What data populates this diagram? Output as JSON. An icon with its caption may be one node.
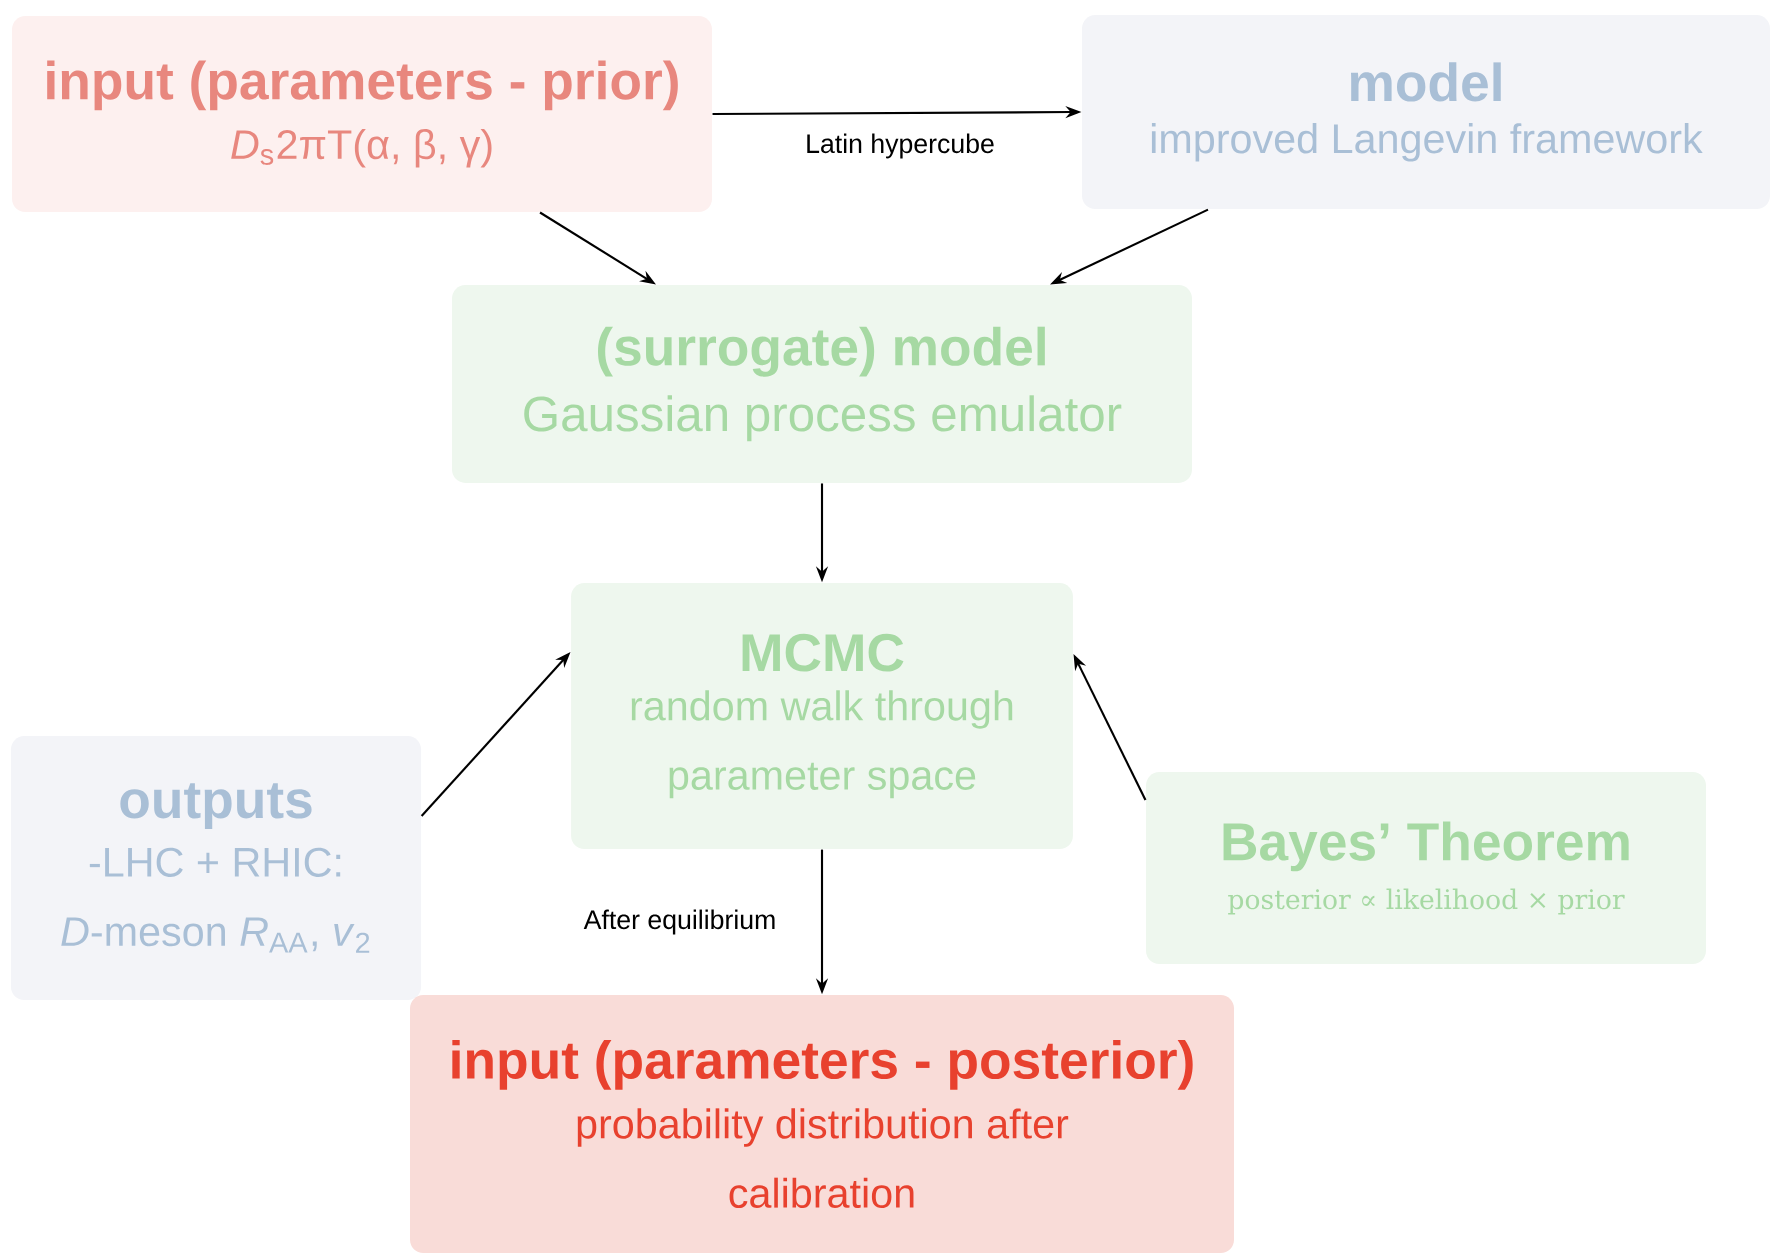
{
  "diagram": {
    "nodes": [
      {
        "text": [
          "input (parameters - prior)",
          "*D*$_{s}$2πT(α, β, γ)"
        ]
      },
      {
        "text": [
          "model",
          "improved Langevin framework"
        ]
      },
      {
        "text": [
          "(surrogate) model",
          "Gaussian process emulator"
        ]
      },
      {
        "text": [
          "MCMC",
          "random walk through parameter space"
        ]
      },
      {
        "text": [
          "outputs",
          "-LHC + RHIC: *D*-meson *R*$_{AA}$, *v*$_{2}$"
        ]
      },
      {
        "text": [
          "Bayes’ Theorem",
          "posterior ∝ likelihood × prior"
        ]
      },
      {
        "text": [
          "input (parameters - posterior)",
          "probability distribution after calibration"
        ]
      }
    ],
    "edges": [
      {
        "from": 0,
        "to": 1,
        "arrow": "to",
        "label": "Latin hypercube"
      },
      {
        "from": 0,
        "to": 2,
        "arrow": "to"
      },
      {
        "from": 1,
        "to": 2,
        "arrow": "to"
      },
      {
        "from": 2,
        "to": 3,
        "arrow": "to"
      },
      {
        "from": 4,
        "to": 3,
        "arrow": "to"
      },
      {
        "from": 5,
        "to": 3,
        "arrow": "to"
      },
      {
        "from": 3,
        "to": 6,
        "arrow": "to",
        "label": "After equilibrium"
      }
    ]
  }
}
